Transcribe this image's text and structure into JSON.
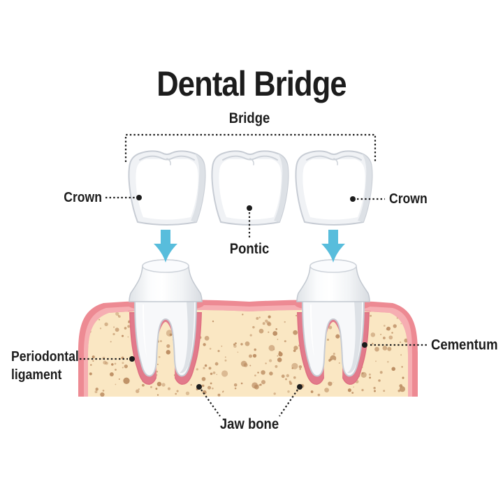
{
  "title": "Dental Bridge",
  "labels": {
    "bridge": "Bridge",
    "crown_left": "Crown",
    "crown_right": "Crown",
    "pontic": "Pontic",
    "periodontal_ligament": "Periodontal ligament",
    "cementum": "Cementum",
    "jaw_bone": "Jaw bone"
  },
  "colors": {
    "ink": "#1c1c1c",
    "arrow": "#58bddc",
    "gum": "#ed8a93",
    "gum_light": "#f6aeb2",
    "gum_dark": "#df6f81",
    "bone": "#fae7c3",
    "socket": "#e27a8b",
    "speckle": "#b9895e",
    "tooth_line": "#c7ccd4",
    "tooth_fill": "#f0f2f5",
    "tooth_shade": "#dde1e6",
    "tooth_white": "#ffffff"
  }
}
